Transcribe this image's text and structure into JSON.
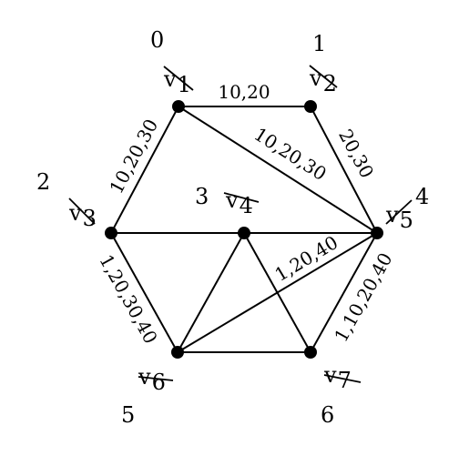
{
  "graph": {
    "vertices": [
      {
        "id": "v1",
        "label": "v",
        "sub": "1",
        "number": "0"
      },
      {
        "id": "v2",
        "label": "v",
        "sub": "2",
        "number": "1"
      },
      {
        "id": "v3",
        "label": "v",
        "sub": "3",
        "number": "2"
      },
      {
        "id": "v4",
        "label": "v",
        "sub": "4",
        "number": "3"
      },
      {
        "id": "v5",
        "label": "v",
        "sub": "5",
        "number": "4"
      },
      {
        "id": "v6",
        "label": "v",
        "sub": "6",
        "number": "5"
      },
      {
        "id": "v7",
        "label": "v",
        "sub": "7",
        "number": "6"
      }
    ],
    "edges": [
      {
        "from": "v1",
        "to": "v2",
        "label": "10,20"
      },
      {
        "from": "v1",
        "to": "v5",
        "label": "10,20,30"
      },
      {
        "from": "v1",
        "to": "v3",
        "label": "10,20,30"
      },
      {
        "from": "v2",
        "to": "v5",
        "label": "20,30"
      },
      {
        "from": "v3",
        "to": "v5",
        "label": ""
      },
      {
        "from": "v6",
        "to": "v5",
        "label": "1,20,40"
      },
      {
        "from": "v3",
        "to": "v6",
        "label": "1,20,30,40"
      },
      {
        "from": "v5",
        "to": "v7",
        "label": "1,10,20,40"
      },
      {
        "from": "v4",
        "to": "v6",
        "label": ""
      },
      {
        "from": "v4",
        "to": "v7",
        "label": ""
      },
      {
        "from": "v6",
        "to": "v7",
        "label": ""
      }
    ]
  }
}
